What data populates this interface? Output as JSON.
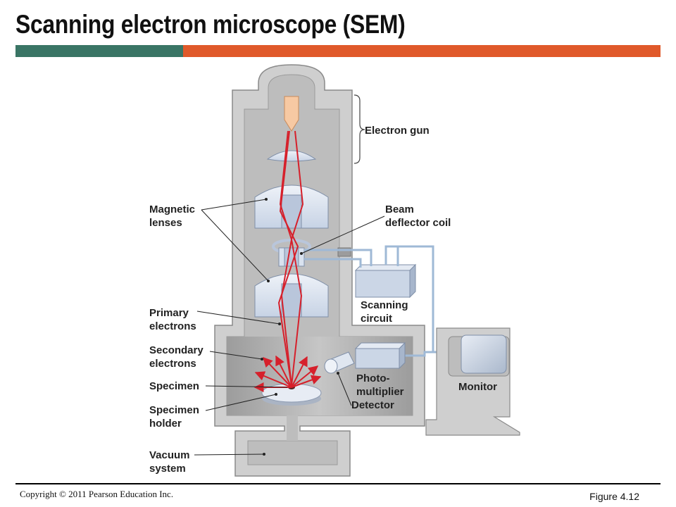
{
  "slide": {
    "title": "Scanning electron microscope (SEM)",
    "accent_colors": {
      "left_bar": "#3a7565",
      "right_bar": "#e0592a"
    }
  },
  "diagram": {
    "labels": {
      "electron_gun": "Electron gun",
      "magnetic_lenses_1": "Magnetic",
      "magnetic_lenses_2": "lenses",
      "beam_deflector_1": "Beam",
      "beam_deflector_2": "deflector coil",
      "scanning_circuit_1": "Scanning",
      "scanning_circuit_2": "circuit",
      "primary_electrons_1": "Primary",
      "primary_electrons_2": "electrons",
      "secondary_electrons_1": "Secondary",
      "secondary_electrons_2": "electrons",
      "specimen": "Specimen",
      "specimen_holder_1": "Specimen",
      "specimen_holder_2": "holder",
      "photomultiplier_1": "Photo-",
      "photomultiplier_2": "multiplier",
      "detector": "Detector",
      "monitor": "Monitor",
      "vacuum_system_1": "Vacuum",
      "vacuum_system_2": "system"
    },
    "colors": {
      "column_outer": "#d0d0d0",
      "column_inner": "#bdbdbd",
      "chamber_dark": "#a9a9a9",
      "lens_blue": "#d9e2ef",
      "beam_red": "#d6202b",
      "gun_orange": "#f7c9a3",
      "wire_blue": "#9fb9d6"
    }
  },
  "footer": {
    "copyright": "Copyright © 2011 Pearson Education Inc.",
    "figure": "Figure 4.12"
  }
}
